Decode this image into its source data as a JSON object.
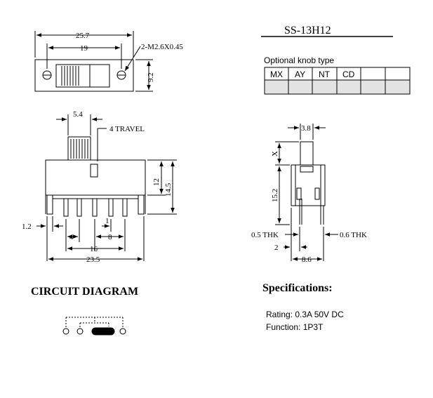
{
  "part_number": "SS-13H12",
  "optional_knob": {
    "heading": "Optional knob type",
    "cells": [
      "MX",
      "AY",
      "NT",
      "CD",
      "",
      ""
    ]
  },
  "top_view": {
    "overall_width": "25.7",
    "hole_pitch": "19",
    "hole_spec": "2-M2.6X0.45",
    "height": "9.2"
  },
  "front_view": {
    "knob_width": "5.4",
    "travel": "4 TRAVEL",
    "body_height": "12",
    "total_height": "14.5",
    "pin_offset": "1.2",
    "pin_pitch_4": "4",
    "pin_gap": "1",
    "pin_span_8": "8",
    "pin_span_16": "16",
    "overall_width": "23.5"
  },
  "side_view": {
    "knob_width": "3.8",
    "knob_x": "X",
    "height": "15.2",
    "pin_thk_left": "0.5 THK",
    "pin_thk_right": "0.6 THK",
    "offset_2": "2",
    "width": "8.6"
  },
  "circuit": {
    "heading": "CIRCUIT DIAGRAM"
  },
  "specifications": {
    "heading": "Specifications:",
    "rating": "Rating: 0.3A 50V DC",
    "function": "Function: 1P3T"
  }
}
